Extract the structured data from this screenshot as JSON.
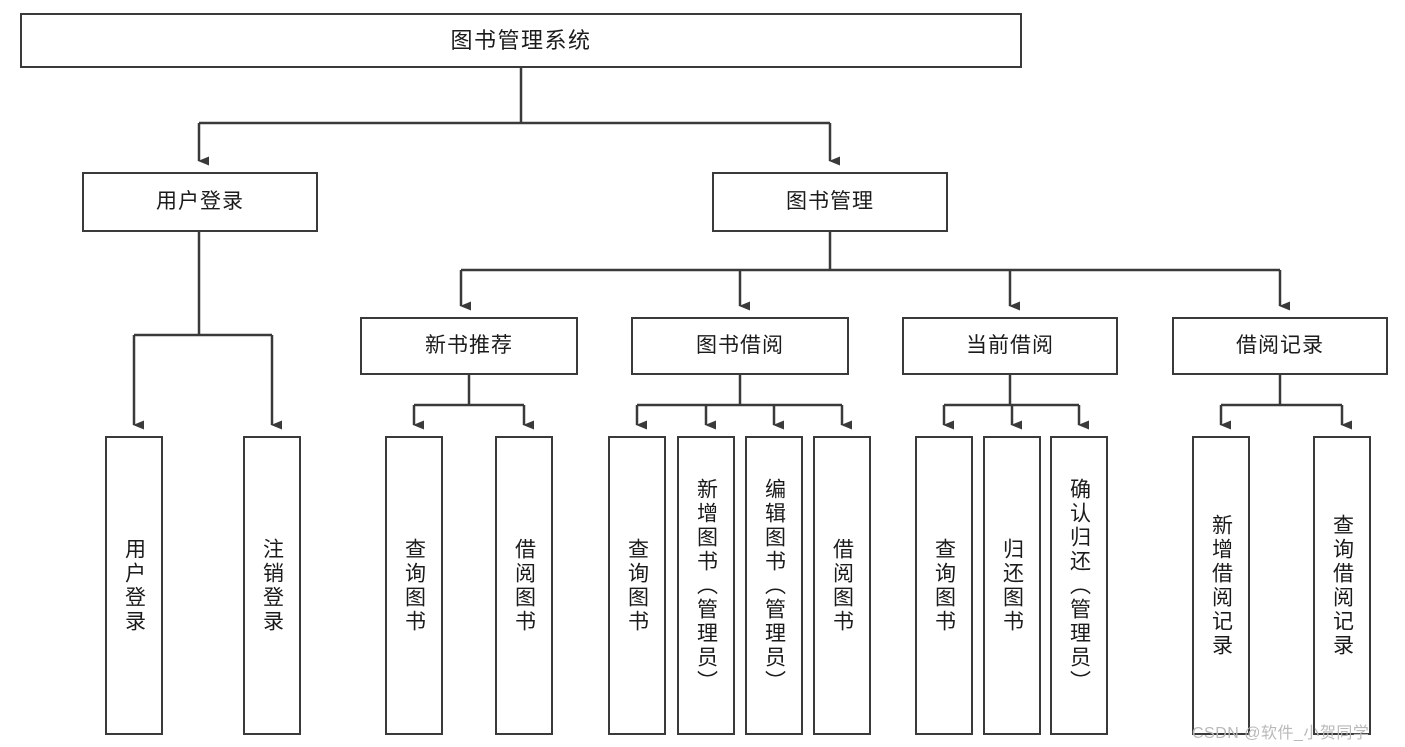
{
  "diagram": {
    "title": "图书管理系统",
    "type": "tree-hierarchy-chart",
    "orientation": "top-down",
    "colors": {
      "box_border": "#3a3a3a",
      "box_fill": "#ffffff",
      "edge": "#3a3a3a",
      "text": "#1b1b1b",
      "watermark": "#b9b9b9",
      "page_background": "#ffffff"
    }
  },
  "nodes": {
    "root": {
      "label": "图书管理系统"
    },
    "level2": [
      {
        "label": "用户登录"
      },
      {
        "label": "图书管理"
      }
    ],
    "level3": [
      {
        "label": "新书推荐"
      },
      {
        "label": "图书借阅"
      },
      {
        "label": "当前借阅"
      },
      {
        "label": "借阅记录"
      }
    ],
    "leaves": {
      "user_login": [
        {
          "label": "用户登录"
        },
        {
          "label": "注销登录"
        }
      ],
      "new_book_recommend": [
        {
          "label": "查询图书"
        },
        {
          "label": "借阅图书"
        }
      ],
      "book_borrow": [
        {
          "label": "查询图书"
        },
        {
          "label": "新增图书（管理员）"
        },
        {
          "label": "编辑图书（管理员）"
        },
        {
          "label": "借阅图书"
        }
      ],
      "current_borrow": [
        {
          "label": "查询图书"
        },
        {
          "label": "归还图书"
        },
        {
          "label": "确认归还（管理员）"
        }
      ],
      "borrow_record": [
        {
          "label": "新增借阅记录"
        },
        {
          "label": "查询借阅记录"
        }
      ]
    }
  },
  "watermark": {
    "text": "CSDN @软件_小贺同学"
  }
}
